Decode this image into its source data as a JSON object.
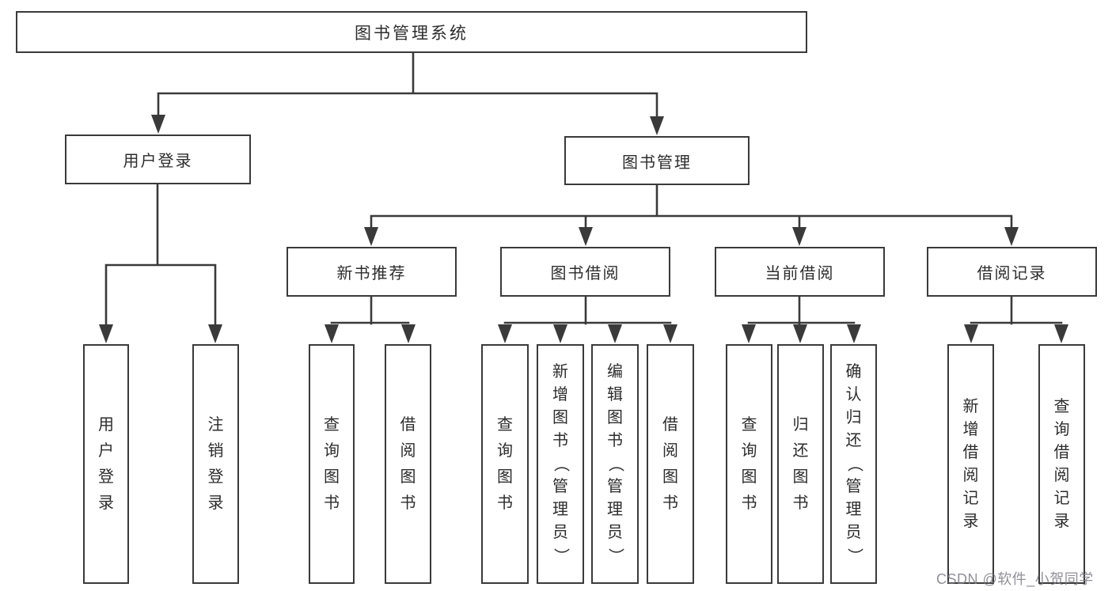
{
  "diagram": {
    "title_note": "functional structure chart",
    "root": {
      "label": "图书管理系统"
    },
    "branches": [
      {
        "label": "用户登录",
        "children": [
          "用户登录",
          "注销登录"
        ]
      },
      {
        "label": "图书管理",
        "children": [
          {
            "label": "新书推荐",
            "children": [
              "查询图书",
              "借阅图书"
            ]
          },
          {
            "label": "图书借阅",
            "children": [
              "查询图书",
              "新增图书（管理员）",
              "编辑图书（管理员）",
              "借阅图书"
            ]
          },
          {
            "label": "当前借阅",
            "children": [
              "查询图书",
              "归还图书",
              "确认归还（管理员）"
            ]
          },
          {
            "label": "借阅记录",
            "children": [
              "新增借阅记录",
              "查询借阅记录"
            ]
          }
        ]
      }
    ]
  },
  "watermark": "CSDN @软件_小贺同学",
  "colors": {
    "line": "#3a3a3a",
    "box_border": "#3a3a3a",
    "box_fill": "#ffffff",
    "text": "#2c2c2c",
    "watermark": "#7d7d85",
    "background": "#ffffff"
  }
}
